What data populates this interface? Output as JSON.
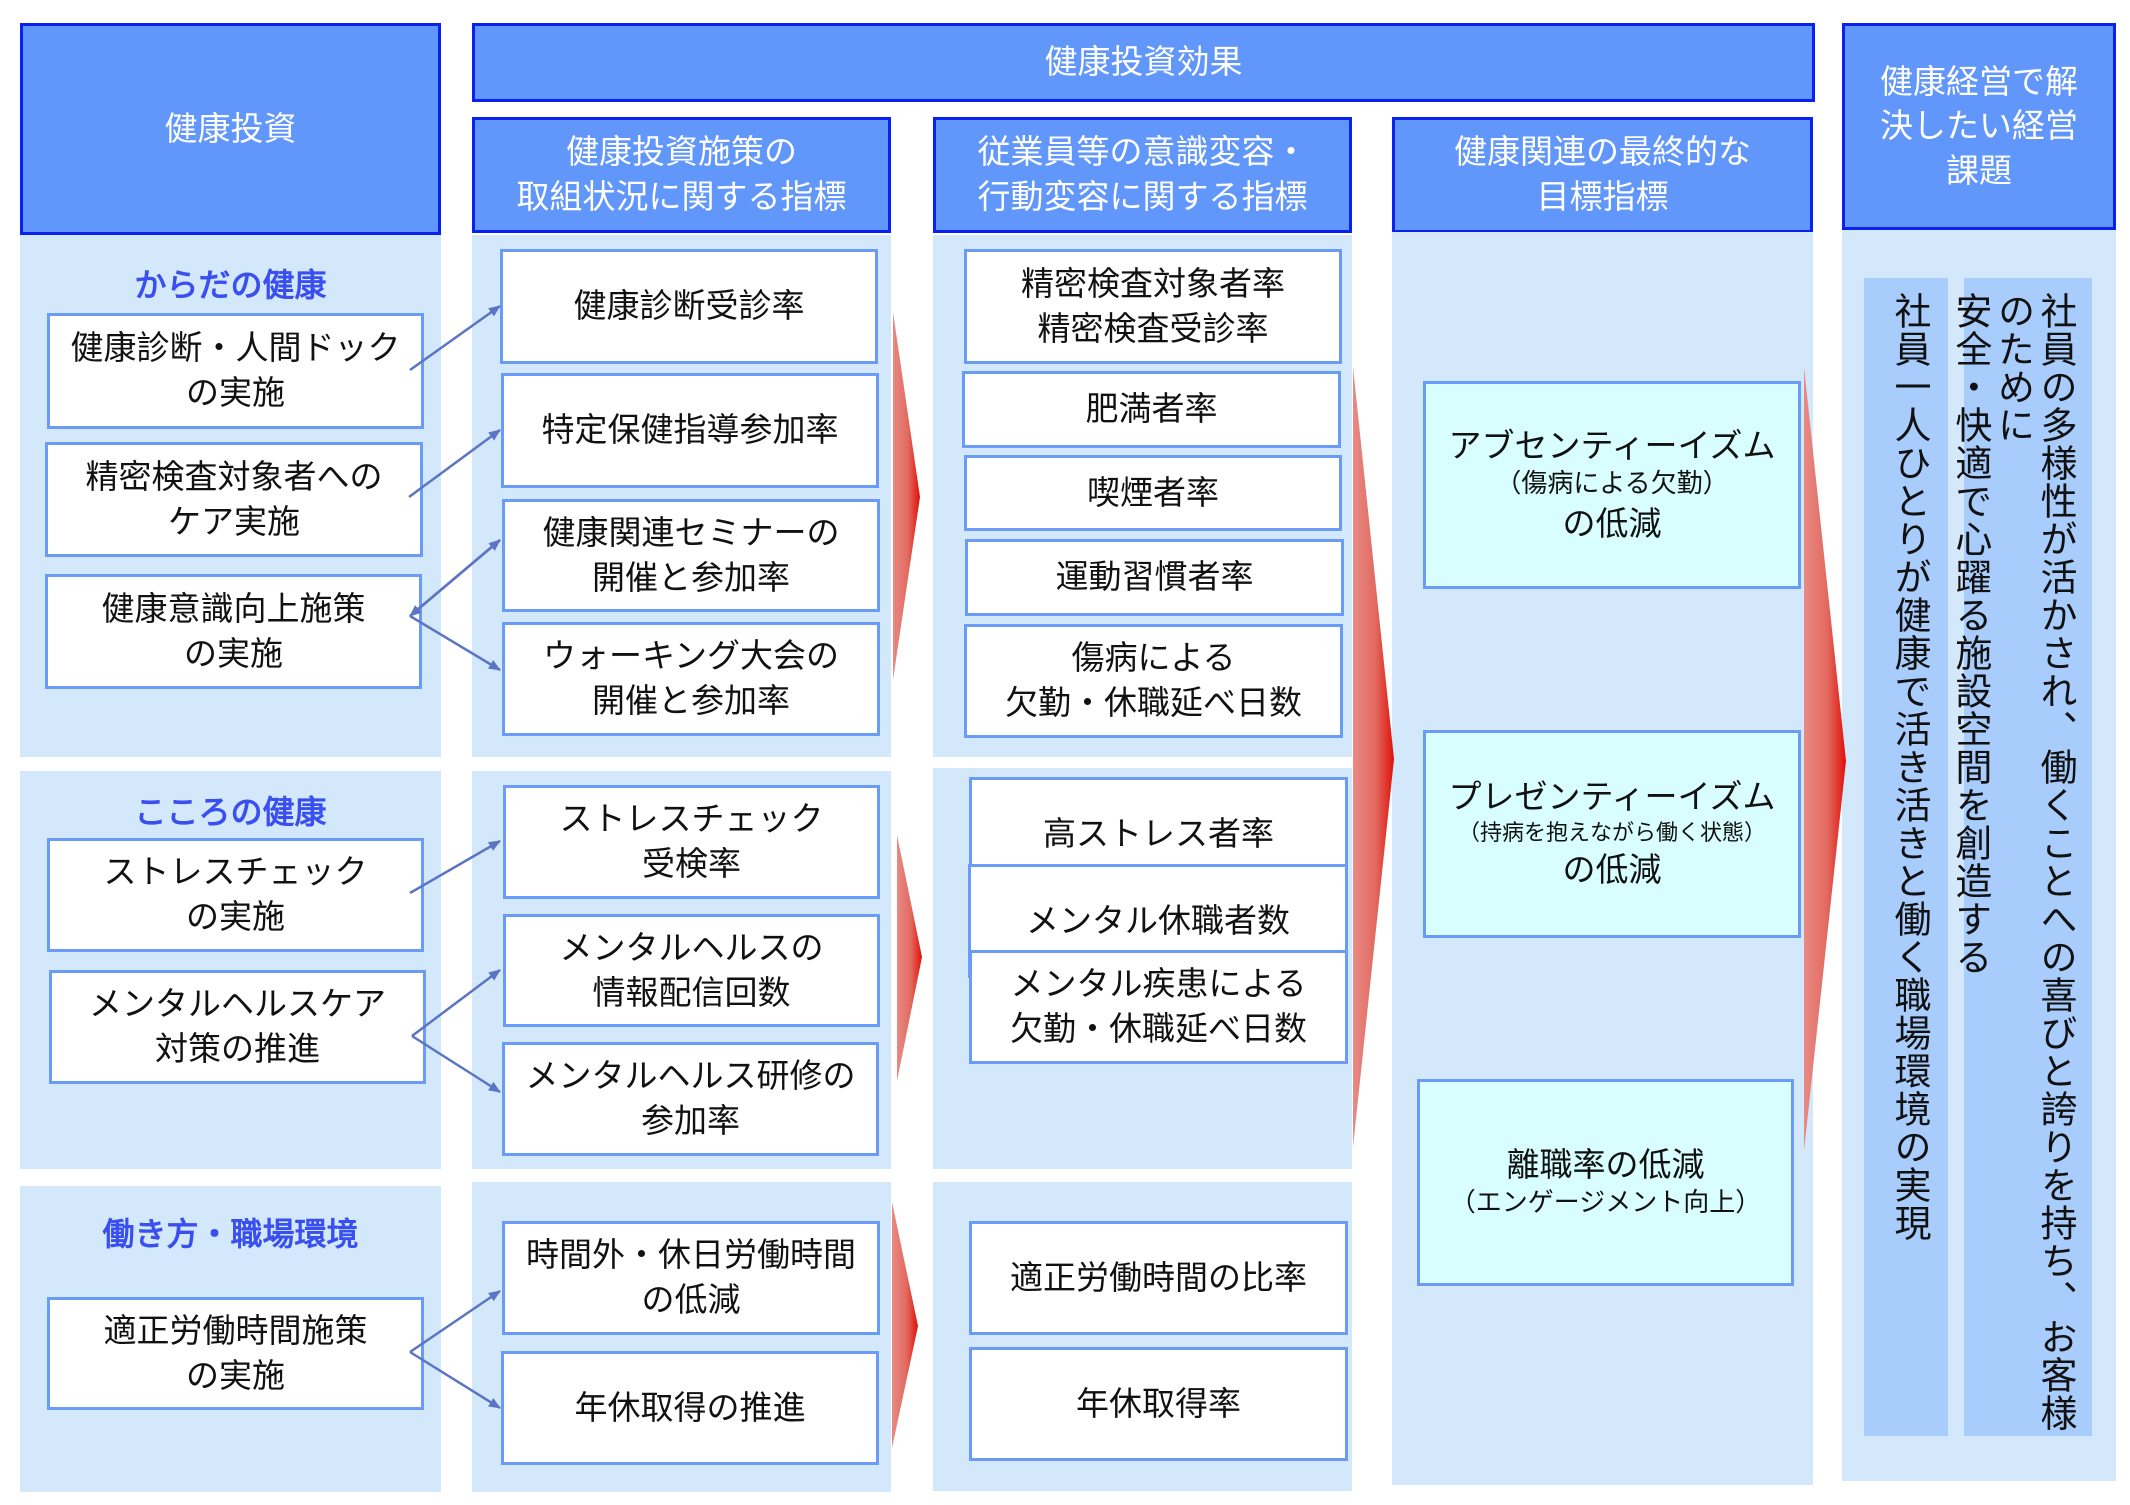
{
  "headers": {
    "investment": "健康投資",
    "effect": "健康投資効果",
    "measures": "健康投資施策の\n取組状況に関する指標",
    "behavior": "従業員等の意識変容・\n行動変容に関する指標",
    "final_goals": "健康関連の最終的な\n目標指標",
    "management_issue": "健康経営で解\n決したい経営\n課題"
  },
  "sections": [
    {
      "category": "からだの健康",
      "investments": [
        "健康診断・人間ドック\nの実施",
        "精密検査対象者への\nケア実施",
        "健康意識向上施策\nの実施"
      ],
      "measures": [
        "健康診断受診率",
        "特定保健指導参加率",
        "健康関連セミナーの\n開催と参加率",
        "ウォーキング大会の\n開催と参加率"
      ],
      "behaviors": [
        "精密検査対象者率\n精密検査受診率",
        "肥満者率",
        "喫煙者率",
        "運動習慣者率",
        "傷病による\n欠勤・休職延べ日数"
      ]
    },
    {
      "category": "こころの健康",
      "investments": [
        "ストレスチェック\nの実施",
        "メンタルヘルスケア\n対策の推進"
      ],
      "measures": [
        "ストレスチェック\n受検率",
        "メンタルヘルスの\n情報配信回数",
        "メンタルヘルス研修の\n参加率"
      ],
      "behaviors": [
        "高ストレス者率",
        "メンタル休職者数",
        "メンタル疾患による\n欠勤・休職延べ日数"
      ]
    },
    {
      "category": "働き方・職場環境",
      "investments": [
        "適正労働時間施策\nの実施"
      ],
      "measures": [
        "時間外・休日労働時間\nの低減",
        "年休取得の推進"
      ],
      "behaviors": [
        "適正労働時間の比率",
        "年休取得率"
      ]
    }
  ],
  "final_goals": [
    {
      "main": "アブセンティーイズム",
      "sub": "（傷病による欠勤）",
      "suffix": "の低減"
    },
    {
      "main": "プレゼンティーイズム",
      "sub": "（持病を抱えながら働く状態）",
      "suffix": "の低減"
    },
    {
      "main": "離職率の低減",
      "sub": "（エンゲージメント向上）",
      "suffix": ""
    }
  ],
  "management_issues": [
    "社員一人ひとりが健康で活き活きと働く職場環境の実現",
    "社員の多様性が活かされ、働くことへの喜びと誇りを持ち、お客様のために\n安全・快適で心躍る施設空間を創造する"
  ],
  "colors": {
    "header_fill": "#6196fa",
    "header_border": "#0a22f0",
    "panel": "#d4e8fc",
    "box_border": "#6a9bf7",
    "goal_fill": "#d8feff",
    "issue_fill": "#a8ccfb",
    "category_text": "#3a4ff0",
    "connector": "#5b74c4",
    "flow_arrow": "#e02010"
  }
}
